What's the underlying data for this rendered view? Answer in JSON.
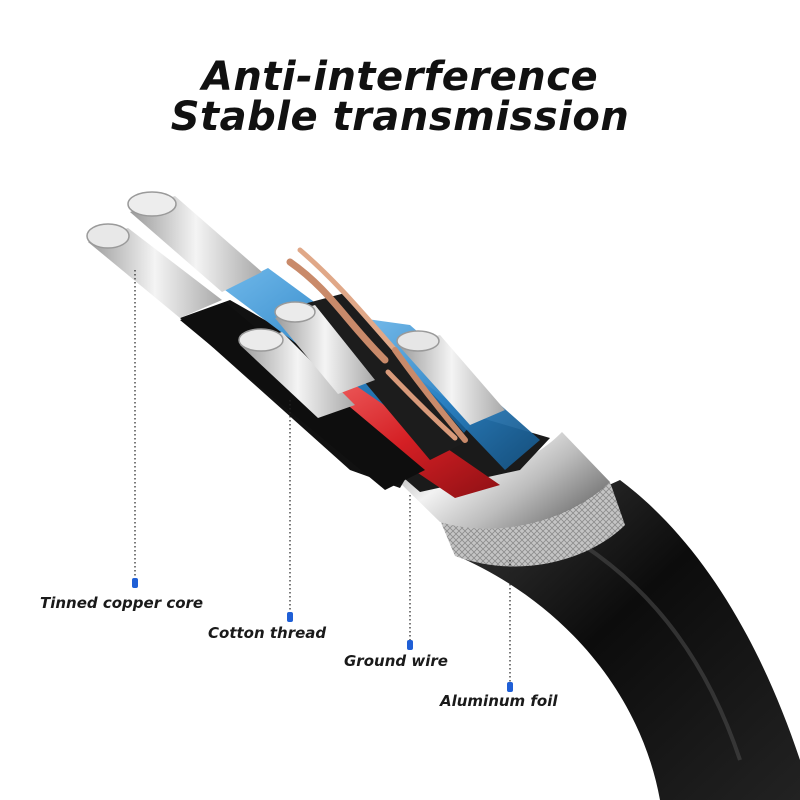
{
  "headline": {
    "line1": "Anti-interference",
    "line2": "Stable transmission"
  },
  "callouts": [
    {
      "label": "Tinned copper core"
    },
    {
      "label": "Cotton thread"
    },
    {
      "label": "Ground wire"
    },
    {
      "label": "Aluminum foil"
    }
  ],
  "colors": {
    "jacket": "#151515",
    "foil": "#c9c9c9",
    "red_insulation": "#d8262a",
    "blue_insulation": "#2f86c8",
    "copper": "#c98a6a",
    "marker": "#1f5fd6"
  }
}
